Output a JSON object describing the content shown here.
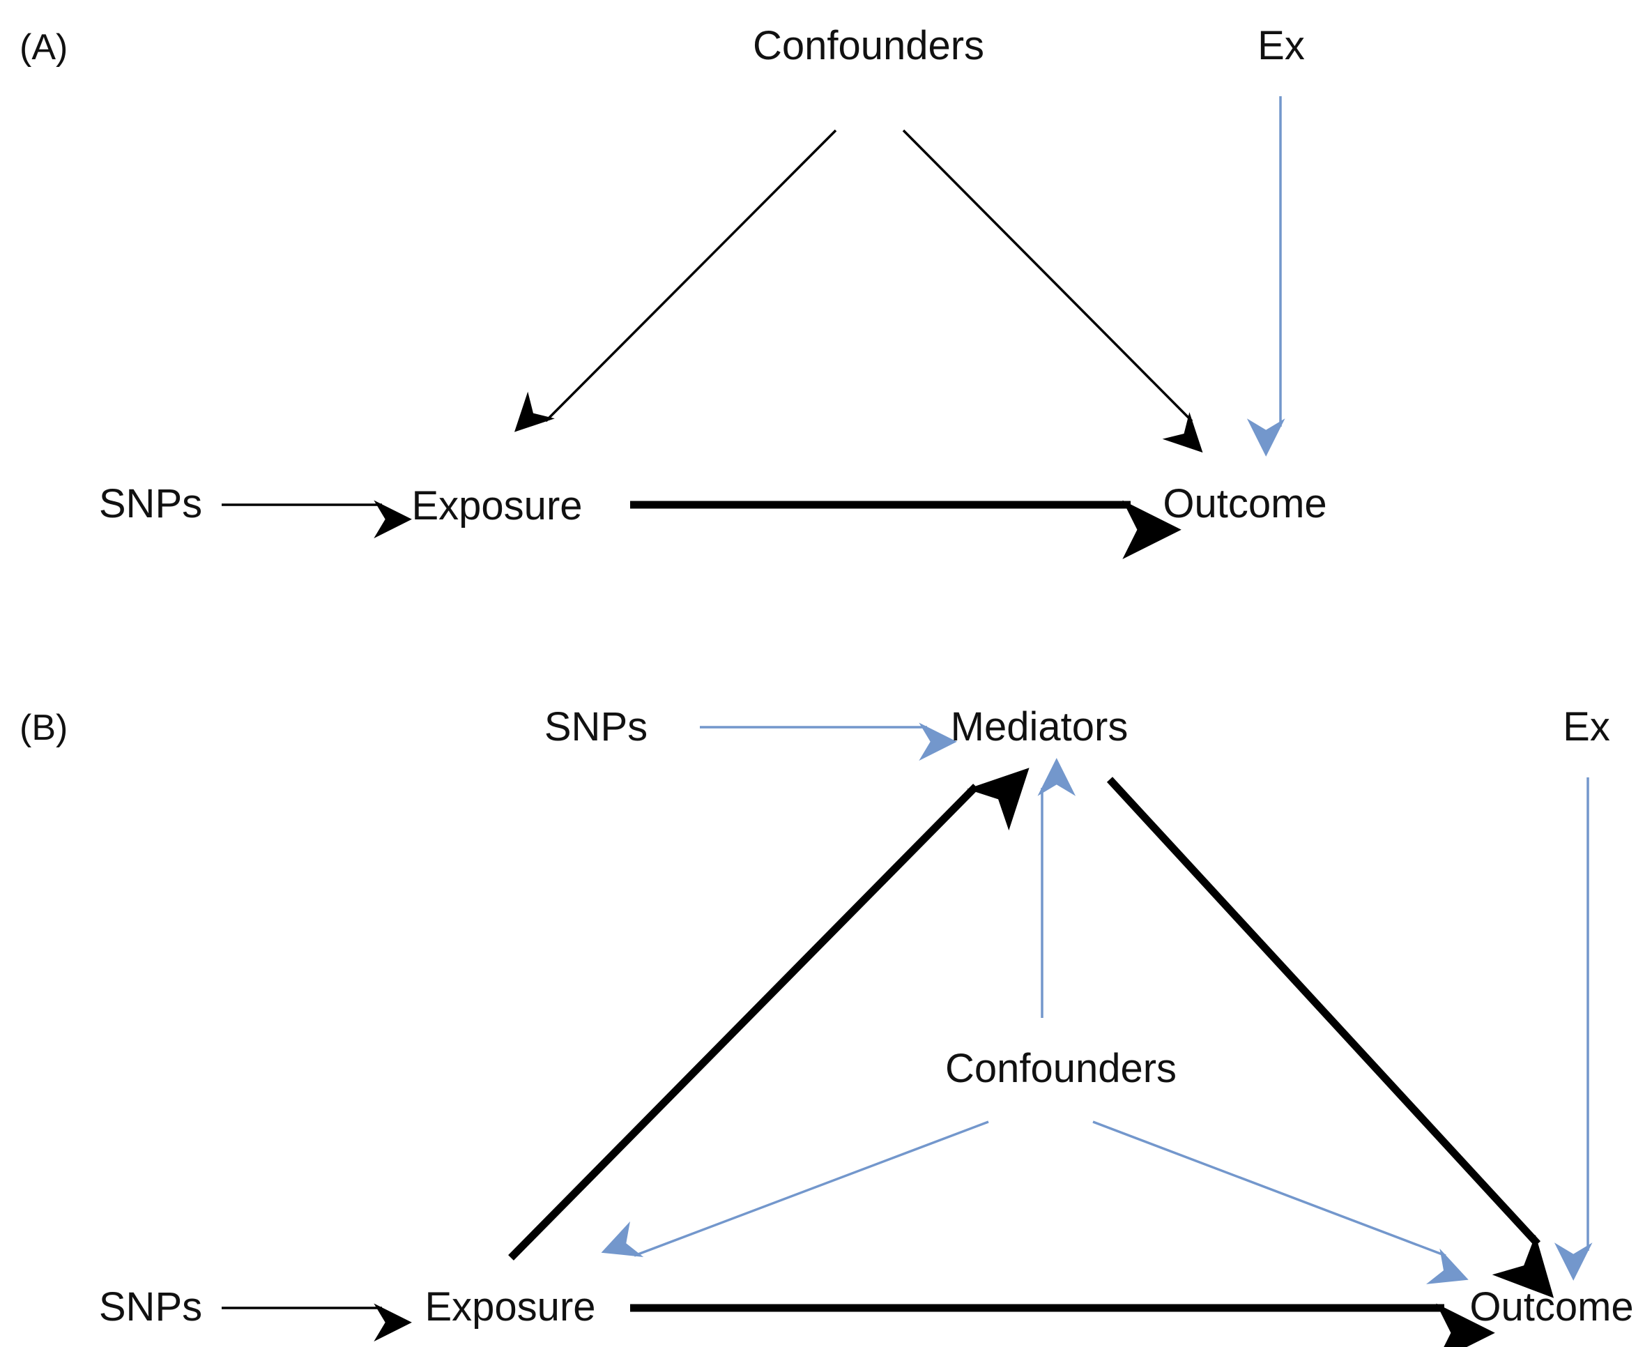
{
  "colors": {
    "black": "#000000",
    "blue": "#7397cc"
  },
  "panel_a": {
    "label": "(A)",
    "nodes": {
      "confounders": "Confounders",
      "ex": "Ex",
      "snps": "SNPs",
      "exposure": "Exposure",
      "outcome": "Outcome"
    },
    "edges": [
      {
        "from": "confounders",
        "to": "exposure",
        "color": "black",
        "weight": "thin"
      },
      {
        "from": "confounders",
        "to": "outcome",
        "color": "black",
        "weight": "thin"
      },
      {
        "from": "ex",
        "to": "outcome",
        "color": "blue",
        "weight": "thin"
      },
      {
        "from": "snps",
        "to": "exposure",
        "color": "black",
        "weight": "thin"
      },
      {
        "from": "exposure",
        "to": "outcome",
        "color": "black",
        "weight": "bold"
      }
    ]
  },
  "panel_b": {
    "label": "(B)",
    "nodes": {
      "snps_top": "SNPs",
      "mediators": "Mediators",
      "ex": "Ex",
      "confounders": "Confounders",
      "snps_bottom": "SNPs",
      "exposure": "Exposure",
      "outcome": "Outcome"
    },
    "edges": [
      {
        "from": "snps_top",
        "to": "mediators",
        "color": "blue",
        "weight": "thin"
      },
      {
        "from": "exposure",
        "to": "mediators",
        "color": "black",
        "weight": "bold"
      },
      {
        "from": "mediators",
        "to": "outcome",
        "color": "black",
        "weight": "bold"
      },
      {
        "from": "confounders",
        "to": "mediators",
        "color": "blue",
        "weight": "thin"
      },
      {
        "from": "confounders",
        "to": "exposure",
        "color": "blue",
        "weight": "thin"
      },
      {
        "from": "confounders",
        "to": "outcome",
        "color": "blue",
        "weight": "thin"
      },
      {
        "from": "ex",
        "to": "outcome",
        "color": "blue",
        "weight": "thin"
      },
      {
        "from": "snps_bottom",
        "to": "exposure",
        "color": "black",
        "weight": "thin"
      },
      {
        "from": "exposure",
        "to": "outcome",
        "color": "black",
        "weight": "bold"
      }
    ]
  }
}
